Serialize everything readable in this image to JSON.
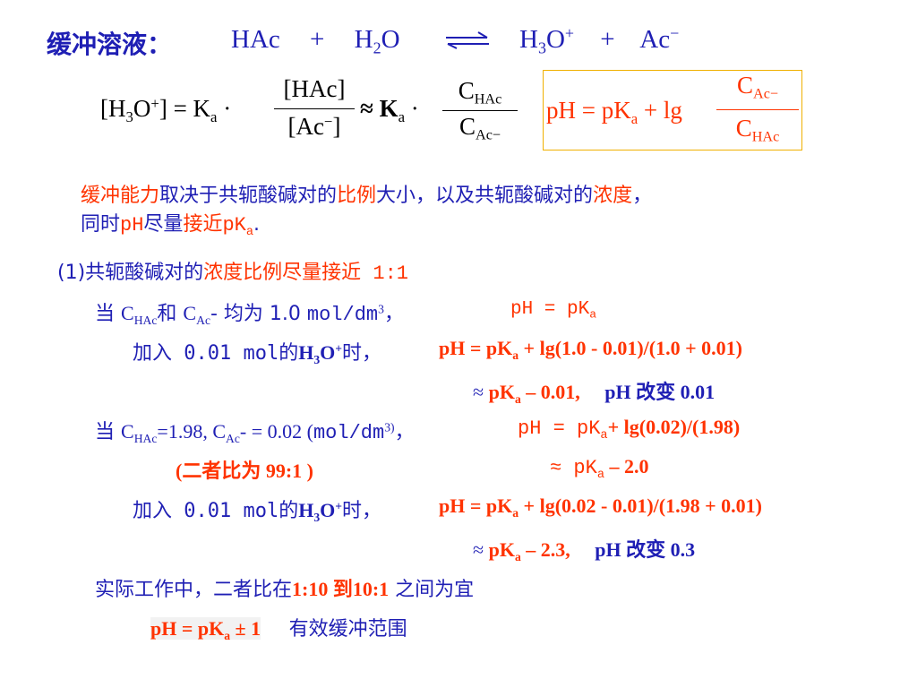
{
  "header": {
    "title": "缓冲溶液：",
    "reactant1": "HAc",
    "plus1": "+",
    "water_h": "H",
    "water_sub": "2",
    "water_o": "O",
    "prod_h": "H",
    "prod_sub": "3",
    "prod_o": "O",
    "prod_sup": "+",
    "plus2": "+",
    "ac": "Ac",
    "ac_sup": "−"
  },
  "formula1": {
    "lhs": "[H",
    "lhs_sub": "3",
    "lhs_o": "O",
    "lhs_sup": "+",
    "lhs_close": "] = K",
    "ka_sub": "a",
    "dot": "·",
    "num1": "[HAc]",
    "den1_open": "[Ac",
    "den1_sup": "−",
    "den1_close": "]",
    "approx": "≈ K",
    "ka2_sub": "a",
    "dot2": "·",
    "num2_c": "C",
    "num2_sub": "HAc",
    "den2_c": "C",
    "den2_sub": "Ac−"
  },
  "formula2": {
    "lhs": "pH = pK",
    "ka_sub": "a",
    "lg": " + lg",
    "num_c": "C",
    "num_sub": "Ac−",
    "den_c": "C",
    "den_sub": "HAc"
  },
  "para": {
    "p1": "缓冲能力",
    "p2": "取决于共轭酸碱对的",
    "p3": "比例",
    "p4": "大小，以及共轭酸碱对的",
    "p5": "浓度",
    "p6": "，",
    "l2a": "同时",
    "l2b": "pH",
    "l2c": "尽量",
    "l2d": "接近",
    "l2e": "pK",
    "l2f": "a",
    "l2g": "."
  },
  "section1": {
    "a": "(1)共轭酸碱对的",
    "b": "浓度比例尽量接近",
    "c": " 1:1"
  },
  "case1": {
    "when": "当 ",
    "c1": "C",
    "c1_sub": "HAc",
    "and": "和 ",
    "c2": "C",
    "c2_sub": "Ac",
    "mid": "- 均为 1.0 ",
    "unit": "mol/dm",
    "unit_sup": "3",
    "comma": "，",
    "ph": "pH = pK",
    "ph_sub": "a"
  },
  "add1": {
    "a": "加入 0.01 mol的",
    "h": "H",
    "h_sub": "3",
    "o": "O",
    "o_sup": "+",
    "b": "时，",
    "eq": "pH = pK",
    "eq_sub": "a",
    "eq_rest": " + lg(1.0 - 0.01)/(1.0 + 0.01)"
  },
  "res1": {
    "approx": "≈ ",
    "val": "pK",
    "val_sub": "a",
    "val_rest": " – 0.01,",
    "change": "pH 改变 0.01"
  },
  "case2": {
    "when": "当 ",
    "c1": "C",
    "c1_sub": "HAc",
    "v1": "=1.98,  ",
    "c2": "C",
    "c2_sub": "Ac",
    "v2": "- = 0.02  (",
    "unit": "mol/dm",
    "unit_sup": "3)",
    "comma": "，",
    "ph": "pH = pK",
    "ph_sub": "a",
    "ph_rest": "+ lg(0.02)/(1.98)"
  },
  "ratio": {
    "text": "(二者比为 99:1 )",
    "approx": "≈ pK",
    "approx_sub": "a",
    "approx_rest": " – 2.0"
  },
  "add2": {
    "a": "加入 0.01 mol的",
    "h": "H",
    "h_sub": "3",
    "o": "O",
    "o_sup": "+",
    "b": "时，",
    "eq": "pH = pK",
    "eq_sub": "a",
    "eq_rest": " + lg(0.02 - 0.01)/(1.98 + 0.01)"
  },
  "res2": {
    "approx": "≈ ",
    "val": "pK",
    "val_sub": "a",
    "val_rest": " – 2.3,",
    "change": "pH 改变 0.3"
  },
  "practice": {
    "a": "实际工作中，二者比在",
    "b": "1:10 到10:1",
    "c": " 之间为宜"
  },
  "range": {
    "eq": "pH = pK",
    "eq_sub": "a",
    "pm": " ± 1",
    "label": "有效缓冲范围"
  }
}
